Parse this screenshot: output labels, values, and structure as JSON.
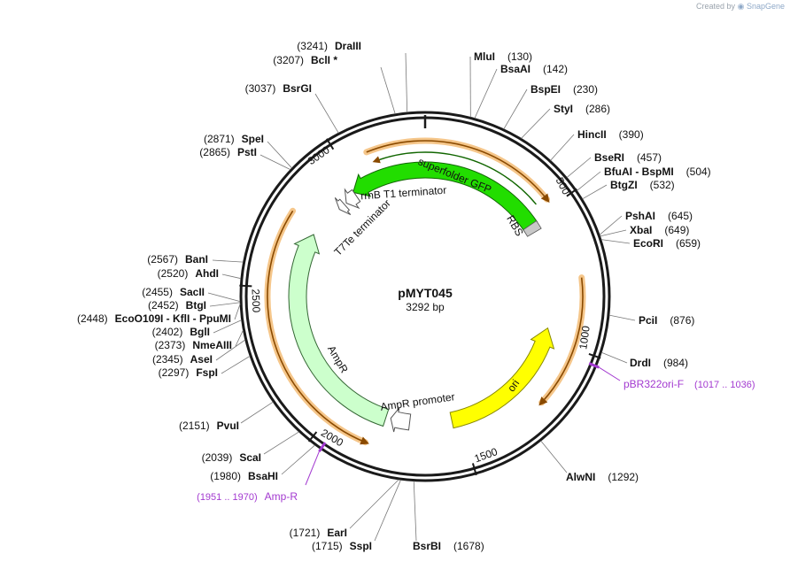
{
  "credit": {
    "prefix": "Created by",
    "brand": "SnapGene"
  },
  "plasmid": {
    "name": "pMYT045",
    "length_label": "3292 bp",
    "length": 3292
  },
  "ticks": [
    {
      "pos": 500,
      "label": "500"
    },
    {
      "pos": 1000,
      "label": "1000"
    },
    {
      "pos": 1500,
      "label": "1500"
    },
    {
      "pos": 2000,
      "label": "2000"
    },
    {
      "pos": 2500,
      "label": "2500"
    },
    {
      "pos": 3000,
      "label": "3000"
    }
  ],
  "features": [
    {
      "label": "superfolder GFP",
      "color": "#22dd00"
    },
    {
      "label": "RBS",
      "color": "#c8c8c8"
    },
    {
      "label": "rrnB T1 terminator",
      "color": "#ffffff"
    },
    {
      "label": "T7Te terminator",
      "color": "#ffffff"
    },
    {
      "label": "AmpR",
      "color": "#ccffcc"
    },
    {
      "label": "AmpR promoter",
      "color": "#ffffff"
    },
    {
      "label": "ori",
      "color": "#ffff00"
    }
  ],
  "sites": [
    {
      "name": "DraIII",
      "pos": "(3241)"
    },
    {
      "name": "BclI *",
      "pos": "(3207)"
    },
    {
      "name": "BsrGI",
      "pos": "(3037)"
    },
    {
      "name": "SpeI",
      "pos": "(2871)"
    },
    {
      "name": "PstI",
      "pos": "(2865)"
    },
    {
      "name": "BanI",
      "pos": "(2567)"
    },
    {
      "name": "AhdI",
      "pos": "(2520)"
    },
    {
      "name": "SacII",
      "pos": "(2455)"
    },
    {
      "name": "BtgI",
      "pos": "(2452)"
    },
    {
      "name": "EcoO109I  - KflI - PpuMI",
      "pos": "(2448)"
    },
    {
      "name": "BglI",
      "pos": "(2402)"
    },
    {
      "name": "NmeAIII",
      "pos": "(2373)"
    },
    {
      "name": "AseI",
      "pos": "(2345)"
    },
    {
      "name": "FspI",
      "pos": "(2297)"
    },
    {
      "name": "PvuI",
      "pos": "(2151)"
    },
    {
      "name": "ScaI",
      "pos": "(2039)"
    },
    {
      "name": "BsaHI",
      "pos": "(1980)"
    },
    {
      "name": "EarI",
      "pos": "(1721)"
    },
    {
      "name": "SspI",
      "pos": "(1715)"
    },
    {
      "name": "BsrBI",
      "pos": "(1678)"
    },
    {
      "name": "AlwNI",
      "pos": "(1292)"
    },
    {
      "name": "DrdI",
      "pos": "(984)"
    },
    {
      "name": "PciI",
      "pos": "(876)"
    },
    {
      "name": "EcoRI",
      "pos": "(659)"
    },
    {
      "name": "XbaI",
      "pos": "(649)"
    },
    {
      "name": "PshAI",
      "pos": "(645)"
    },
    {
      "name": "BtgZI",
      "pos": "(532)"
    },
    {
      "name": "BfuAI  - BspMI",
      "pos": "(504)"
    },
    {
      "name": "BseRI",
      "pos": "(457)"
    },
    {
      "name": "HincII",
      "pos": "(390)"
    },
    {
      "name": "StyI",
      "pos": "(286)"
    },
    {
      "name": "BspEI",
      "pos": "(230)"
    },
    {
      "name": "BsaAI",
      "pos": "(142)"
    },
    {
      "name": "MluI",
      "pos": "(130)"
    }
  ],
  "primers": [
    {
      "label": "pBR322ori-F",
      "range": "(1017 .. 1036)",
      "color": "#a33ad0"
    },
    {
      "label": "Amp-R",
      "range": "(1951 .. 1970)",
      "color": "#a33ad0"
    }
  ],
  "colors": {
    "backbone": "#1a1a1a",
    "orf_arc": "#f5c68a",
    "orf_line": "#8a4a00",
    "primer": "#a33ad0"
  }
}
